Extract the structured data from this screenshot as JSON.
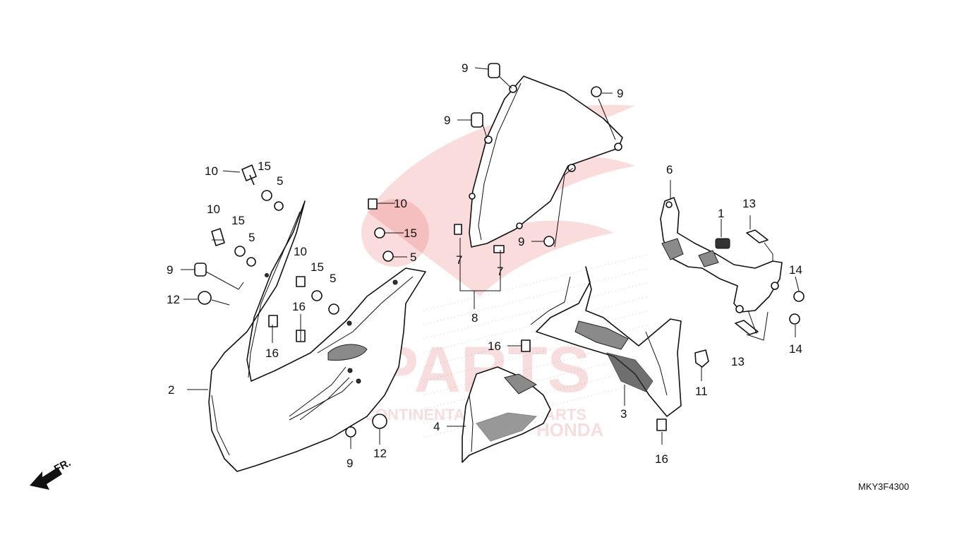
{
  "diagram_code": "MKY3F4300",
  "direction_label": "FR.",
  "watermark": {
    "brand": "ISPARTS",
    "tagline": "INTERCONTINENTAL SPARE PARTS",
    "partner": "HONDA"
  },
  "callouts": [
    "1",
    "2",
    "3",
    "4",
    "5",
    "6",
    "7",
    "8",
    "9",
    "10",
    "11",
    "12",
    "13",
    "14",
    "15",
    "16"
  ],
  "colors": {
    "line": "#111111",
    "watermark": "#e23b3b"
  }
}
